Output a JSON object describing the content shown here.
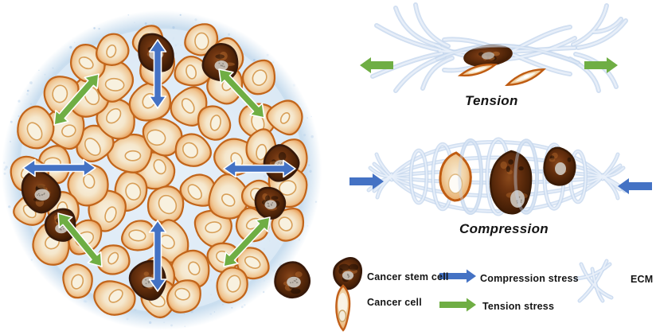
{
  "panels": {
    "tension": {
      "label": "Tension"
    },
    "compression": {
      "label": "Compression"
    }
  },
  "legend": {
    "items": [
      {
        "icon": "cancer-stem-cell-icon",
        "label": "Cancer stem cell"
      },
      {
        "icon": "cancer-cell-icon",
        "label": "Cancer cell"
      },
      {
        "icon": "compression-stress-arrow-icon",
        "label": "Compression stress"
      },
      {
        "icon": "tension-stress-arrow-icon",
        "label": "Tension stress"
      },
      {
        "icon": "ecm-icon",
        "label": "ECM"
      }
    ]
  },
  "colors": {
    "compression_blue": "#4472c4",
    "tension_green": "#6fae44",
    "ecm_fiber": "#c6d7ee",
    "ecm_fiber_highlight": "#eaf1fa",
    "cell_outline": "#c2651a",
    "stem_cell_outline": "#37190a",
    "halo_blue": "#d9e7f4",
    "label_text": "#141414"
  }
}
